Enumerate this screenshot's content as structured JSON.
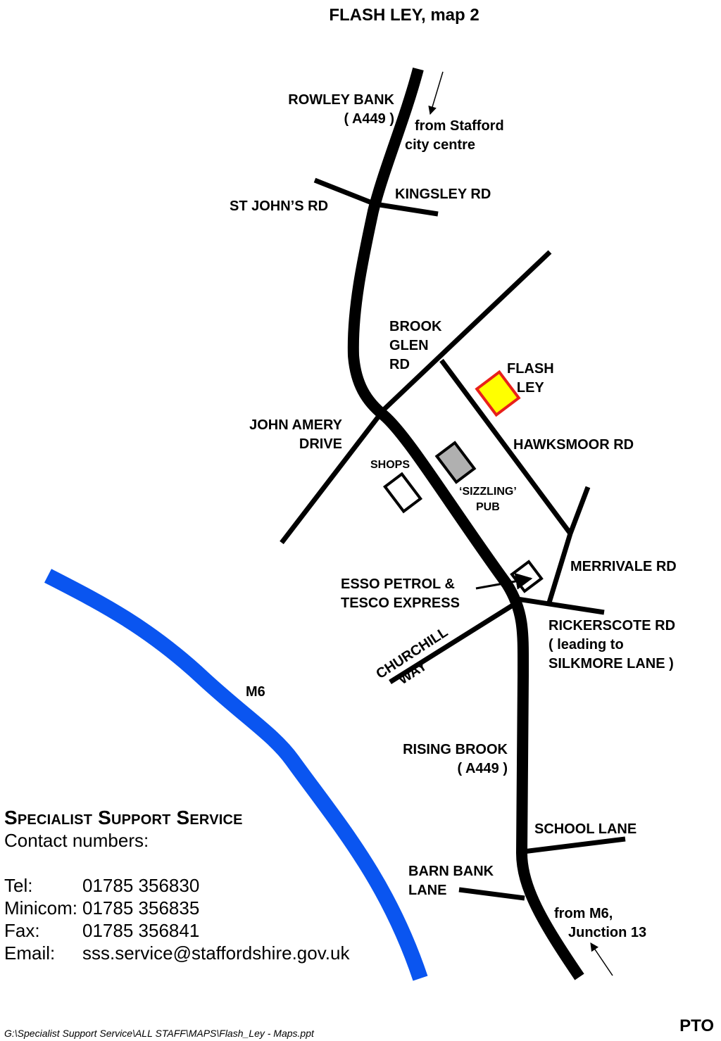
{
  "title": "FLASH LEY, map 2",
  "labels": {
    "rowley_bank": [
      "ROWLEY BANK",
      "( A449 )"
    ],
    "from_stafford": [
      "from Stafford",
      "city centre"
    ],
    "kingsley_rd": "KINGSLEY RD",
    "st_johns_rd": "ST JOHN’S RD",
    "brook_glen_rd": [
      "BROOK",
      "GLEN",
      "RD"
    ],
    "flash_ley": [
      "FLASH",
      "LEY"
    ],
    "john_amery_drive": [
      "JOHN AMERY",
      "DRIVE"
    ],
    "hawksmoor_rd": "HAWKSMOOR RD",
    "shops": "SHOPS",
    "sizzling_pub": [
      "‘SIZZLING’",
      "PUB"
    ],
    "merrivale_rd": "MERRIVALE RD",
    "esso_tesco": [
      "ESSO PETROL &",
      "TESCO EXPRESS"
    ],
    "rickerscote_rd": [
      "RICKERSCOTE RD",
      "( leading to",
      "SILKMORE LANE )"
    ],
    "churchill_way": [
      "CHURCHILL",
      "WAY"
    ],
    "m6": "M6",
    "rising_brook": [
      "RISING BROOK",
      "( A449 )"
    ],
    "school_lane": "SCHOOL LANE",
    "barn_bank_lane": [
      "BARN BANK",
      "LANE"
    ],
    "from_m6": [
      "from M6,",
      "Junction 13"
    ]
  },
  "contact": {
    "heading": "Specialist Support Service",
    "subheading": "Contact numbers:",
    "rows": [
      {
        "key": "Tel:",
        "value": "01785 356830"
      },
      {
        "key": "Minicom:",
        "value": "01785 356835"
      },
      {
        "key": "Fax:",
        "value": "01785 356841"
      },
      {
        "key": "Email:",
        "value": "sss.service@staffordshire.gov.uk"
      }
    ]
  },
  "footer_path": "G:\\Specialist Support Service\\ALL STAFF\\MAPS\\Flash_Ley - Maps.ppt",
  "pto": "PTO",
  "colors": {
    "motorway": "#0a55f0",
    "flash_ley_fill": "#ffff00",
    "flash_ley_border": "#e8201a",
    "pub_fill": "#b0b0b0",
    "road": "#000000"
  }
}
